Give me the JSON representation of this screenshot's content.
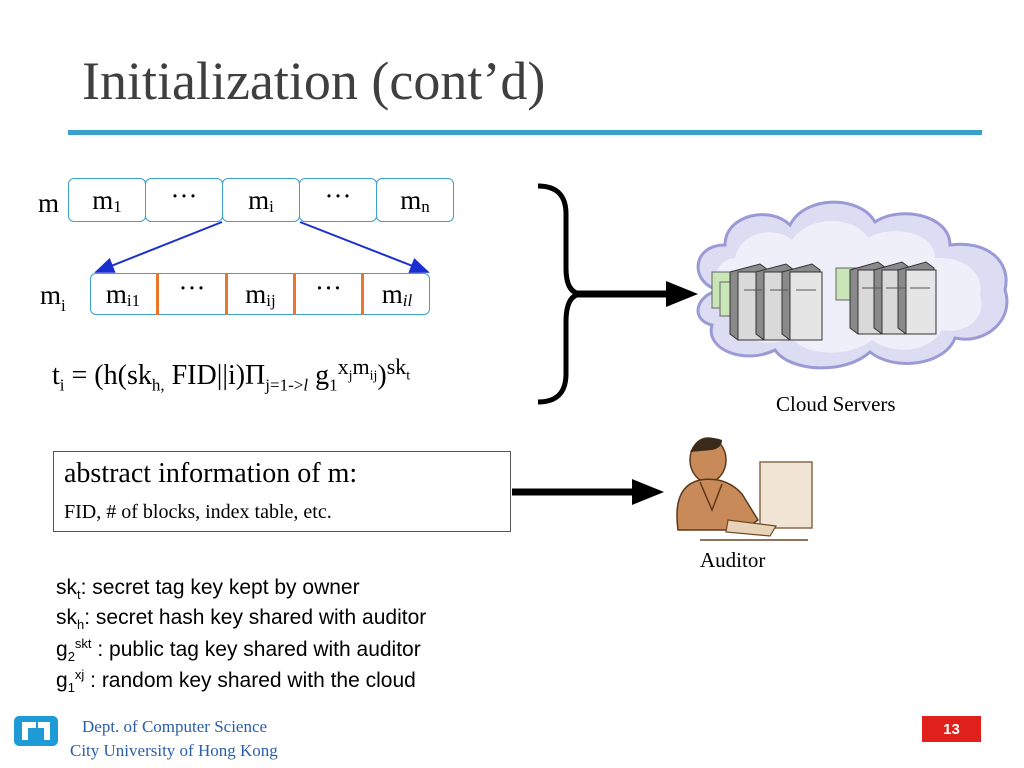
{
  "slide": {
    "title": "Initialization (cont’d)",
    "page_number": "13"
  },
  "file_blocks": {
    "label": "m",
    "blocks": [
      {
        "base": "m",
        "sub": "1"
      },
      {
        "text": "···"
      },
      {
        "base": "m",
        "sub": "i"
      },
      {
        "text": "···"
      },
      {
        "base": "m",
        "sub": "n"
      }
    ]
  },
  "sub_blocks": {
    "label_base": "m",
    "label_sub": "i",
    "blocks": [
      {
        "base": "m",
        "sub": "i1"
      },
      {
        "text": "···"
      },
      {
        "base": "m",
        "sub": "ij"
      },
      {
        "text": "···"
      },
      {
        "base": "m",
        "sub": "il"
      }
    ]
  },
  "formula": {
    "t": "t",
    "t_sub": "i",
    "eq": " = (h(sk",
    "h_sub": "h,",
    "fid": " FID||i)Π",
    "prod_sub": "j=1->",
    "prod_sub_l": "l",
    "g": " g",
    "g_sub": "1",
    "exp_x": "x",
    "exp_j": "j",
    "exp_m": "m",
    "exp_ij": "ij",
    "close": ")",
    "sk_sup": "sk",
    "sk_sup_t": "t"
  },
  "abstract": {
    "title": "abstract information of m:",
    "detail": "FID,  # of blocks, index table, etc."
  },
  "legend": [
    {
      "base": "sk",
      "sub": "t",
      "sup": "",
      "text": ": secret tag key kept by owner"
    },
    {
      "base": "sk",
      "sub": "h",
      "sup": "",
      "text": ": secret hash key shared with auditor"
    },
    {
      "base": "g",
      "sub": "2",
      "sup": "skt",
      "text": " : public tag key shared with auditor"
    },
    {
      "base": "g",
      "sub": "1",
      "sup": "xj",
      "text": " : random key shared with the cloud"
    }
  ],
  "captions": {
    "cloud": "Cloud Servers",
    "auditor": "Auditor"
  },
  "footer": {
    "dept": "Dept. of Computer Science",
    "university": "City University of Hong Kong"
  },
  "colors": {
    "accent": "#3aa0cc",
    "divider_orange": "#e8762c",
    "arrow_blue": "#1a2fd0",
    "page_badge": "#e0201b",
    "footer_text": "#2a5ea8"
  }
}
